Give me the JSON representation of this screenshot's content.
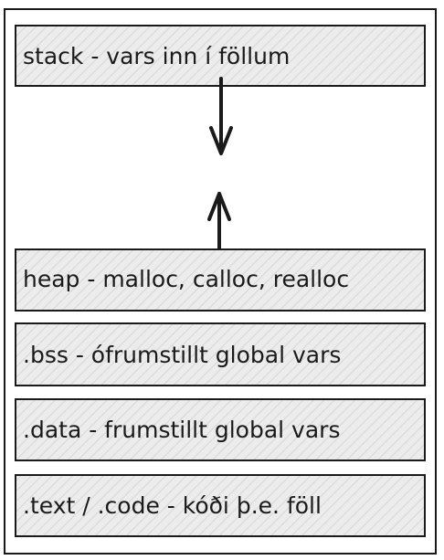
{
  "memory_layout": {
    "segments": [
      {
        "id": "stack",
        "label": "stack - vars inn í föllum"
      },
      {
        "id": "heap",
        "label": "heap - malloc, calloc, realloc"
      },
      {
        "id": "bss",
        "label": ".bss - ófrumstillt global vars"
      },
      {
        "id": "data",
        "label": ".data - frumstillt global vars"
      },
      {
        "id": "text",
        "label": ".text / .code - kóði þ.e. föll"
      }
    ],
    "colors": {
      "segment_fill": "#ececec",
      "stroke": "#1a1a1a",
      "background": "#ffffff"
    }
  }
}
